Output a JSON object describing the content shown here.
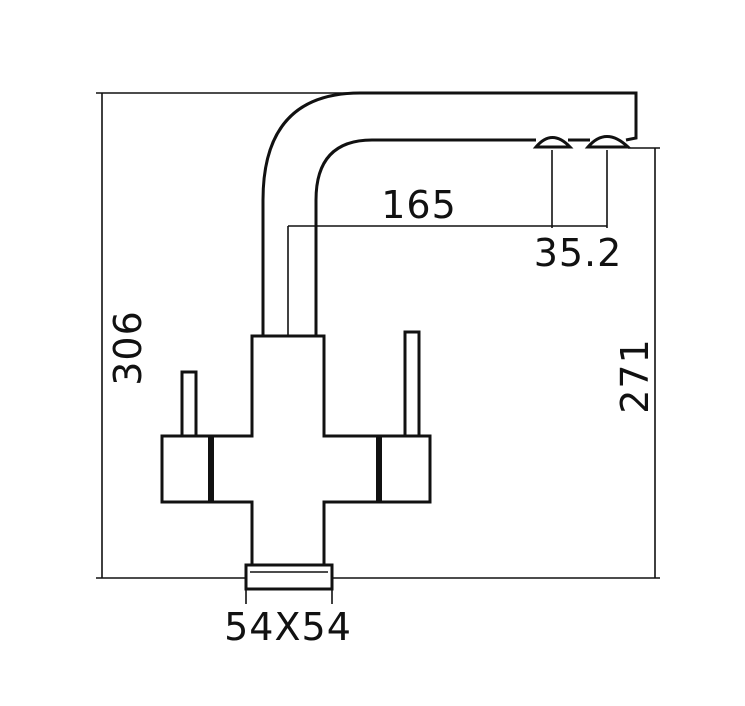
{
  "dimensions": {
    "total_height": "306",
    "spout_height": "271",
    "spout_reach": "165",
    "outlet_spacing": "35.2",
    "base_size": "54X54"
  },
  "colors": {
    "line": "#111111",
    "background": "#ffffff"
  }
}
